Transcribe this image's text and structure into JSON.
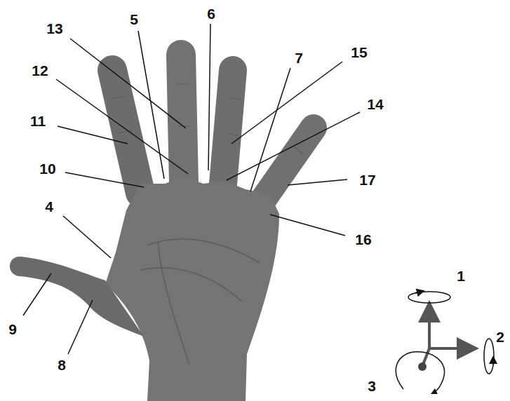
{
  "diagram": {
    "labels": [
      "13",
      "5",
      "6",
      "7",
      "15",
      "12",
      "14",
      "11",
      "17",
      "10",
      "16",
      "4",
      "1",
      "9",
      "8",
      "2",
      "3"
    ]
  }
}
